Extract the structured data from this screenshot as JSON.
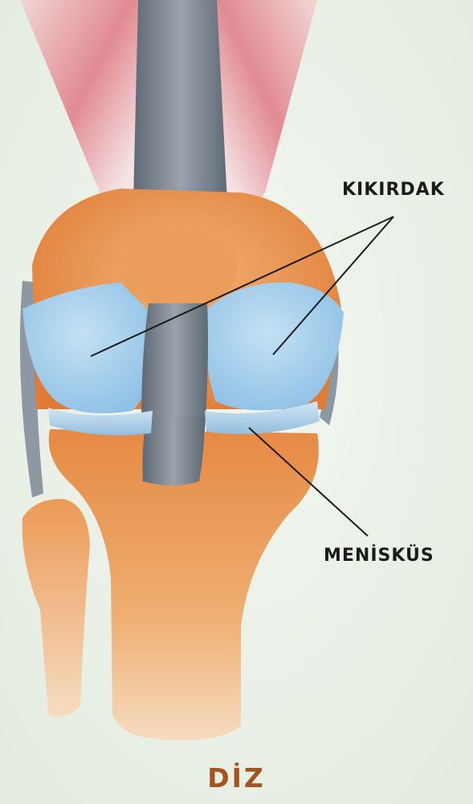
{
  "labels": {
    "cartilage": "KIKIRDAK",
    "meniscus": "MENİSKÜS",
    "title": "DİZ"
  },
  "colors": {
    "background": "#eef3ea",
    "bone": "#e68f45",
    "bone_light": "#f4c48e",
    "cartilage": "#a9d2ee",
    "tendon": "#7d8791",
    "muscle": "#e8848d",
    "meniscus": "#b9d8ec",
    "line": "#1b1b1b",
    "title": "#a4541f"
  }
}
